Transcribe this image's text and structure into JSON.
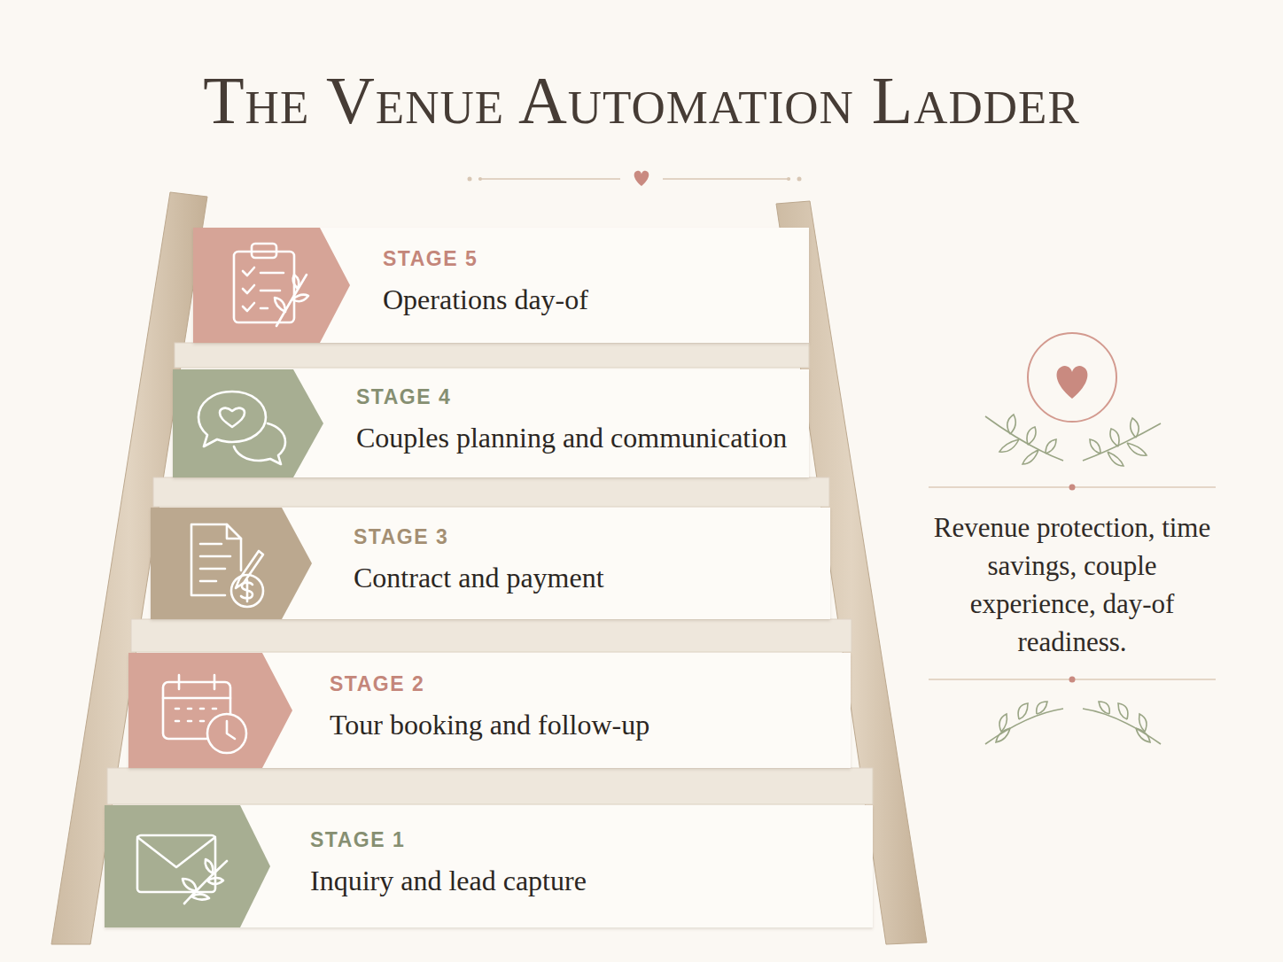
{
  "diagram": {
    "title": "The Venue Automation Ladder",
    "nodes": [
      {
        "text": [
          "STAGE 5",
          "Operations day-of"
        ]
      },
      {
        "text": [
          "STAGE 4",
          "Couples planning and communication"
        ]
      },
      {
        "text": [
          "STAGE 3",
          "Contract and payment"
        ]
      },
      {
        "text": [
          "STAGE 2",
          "Tour booking and follow-up"
        ]
      },
      {
        "text": [
          "STAGE 1",
          "Inquiry and lead capture"
        ]
      }
    ],
    "labels": [
      "Revenue protection, time savings, couple experience, day-of readiness."
    ]
  }
}
